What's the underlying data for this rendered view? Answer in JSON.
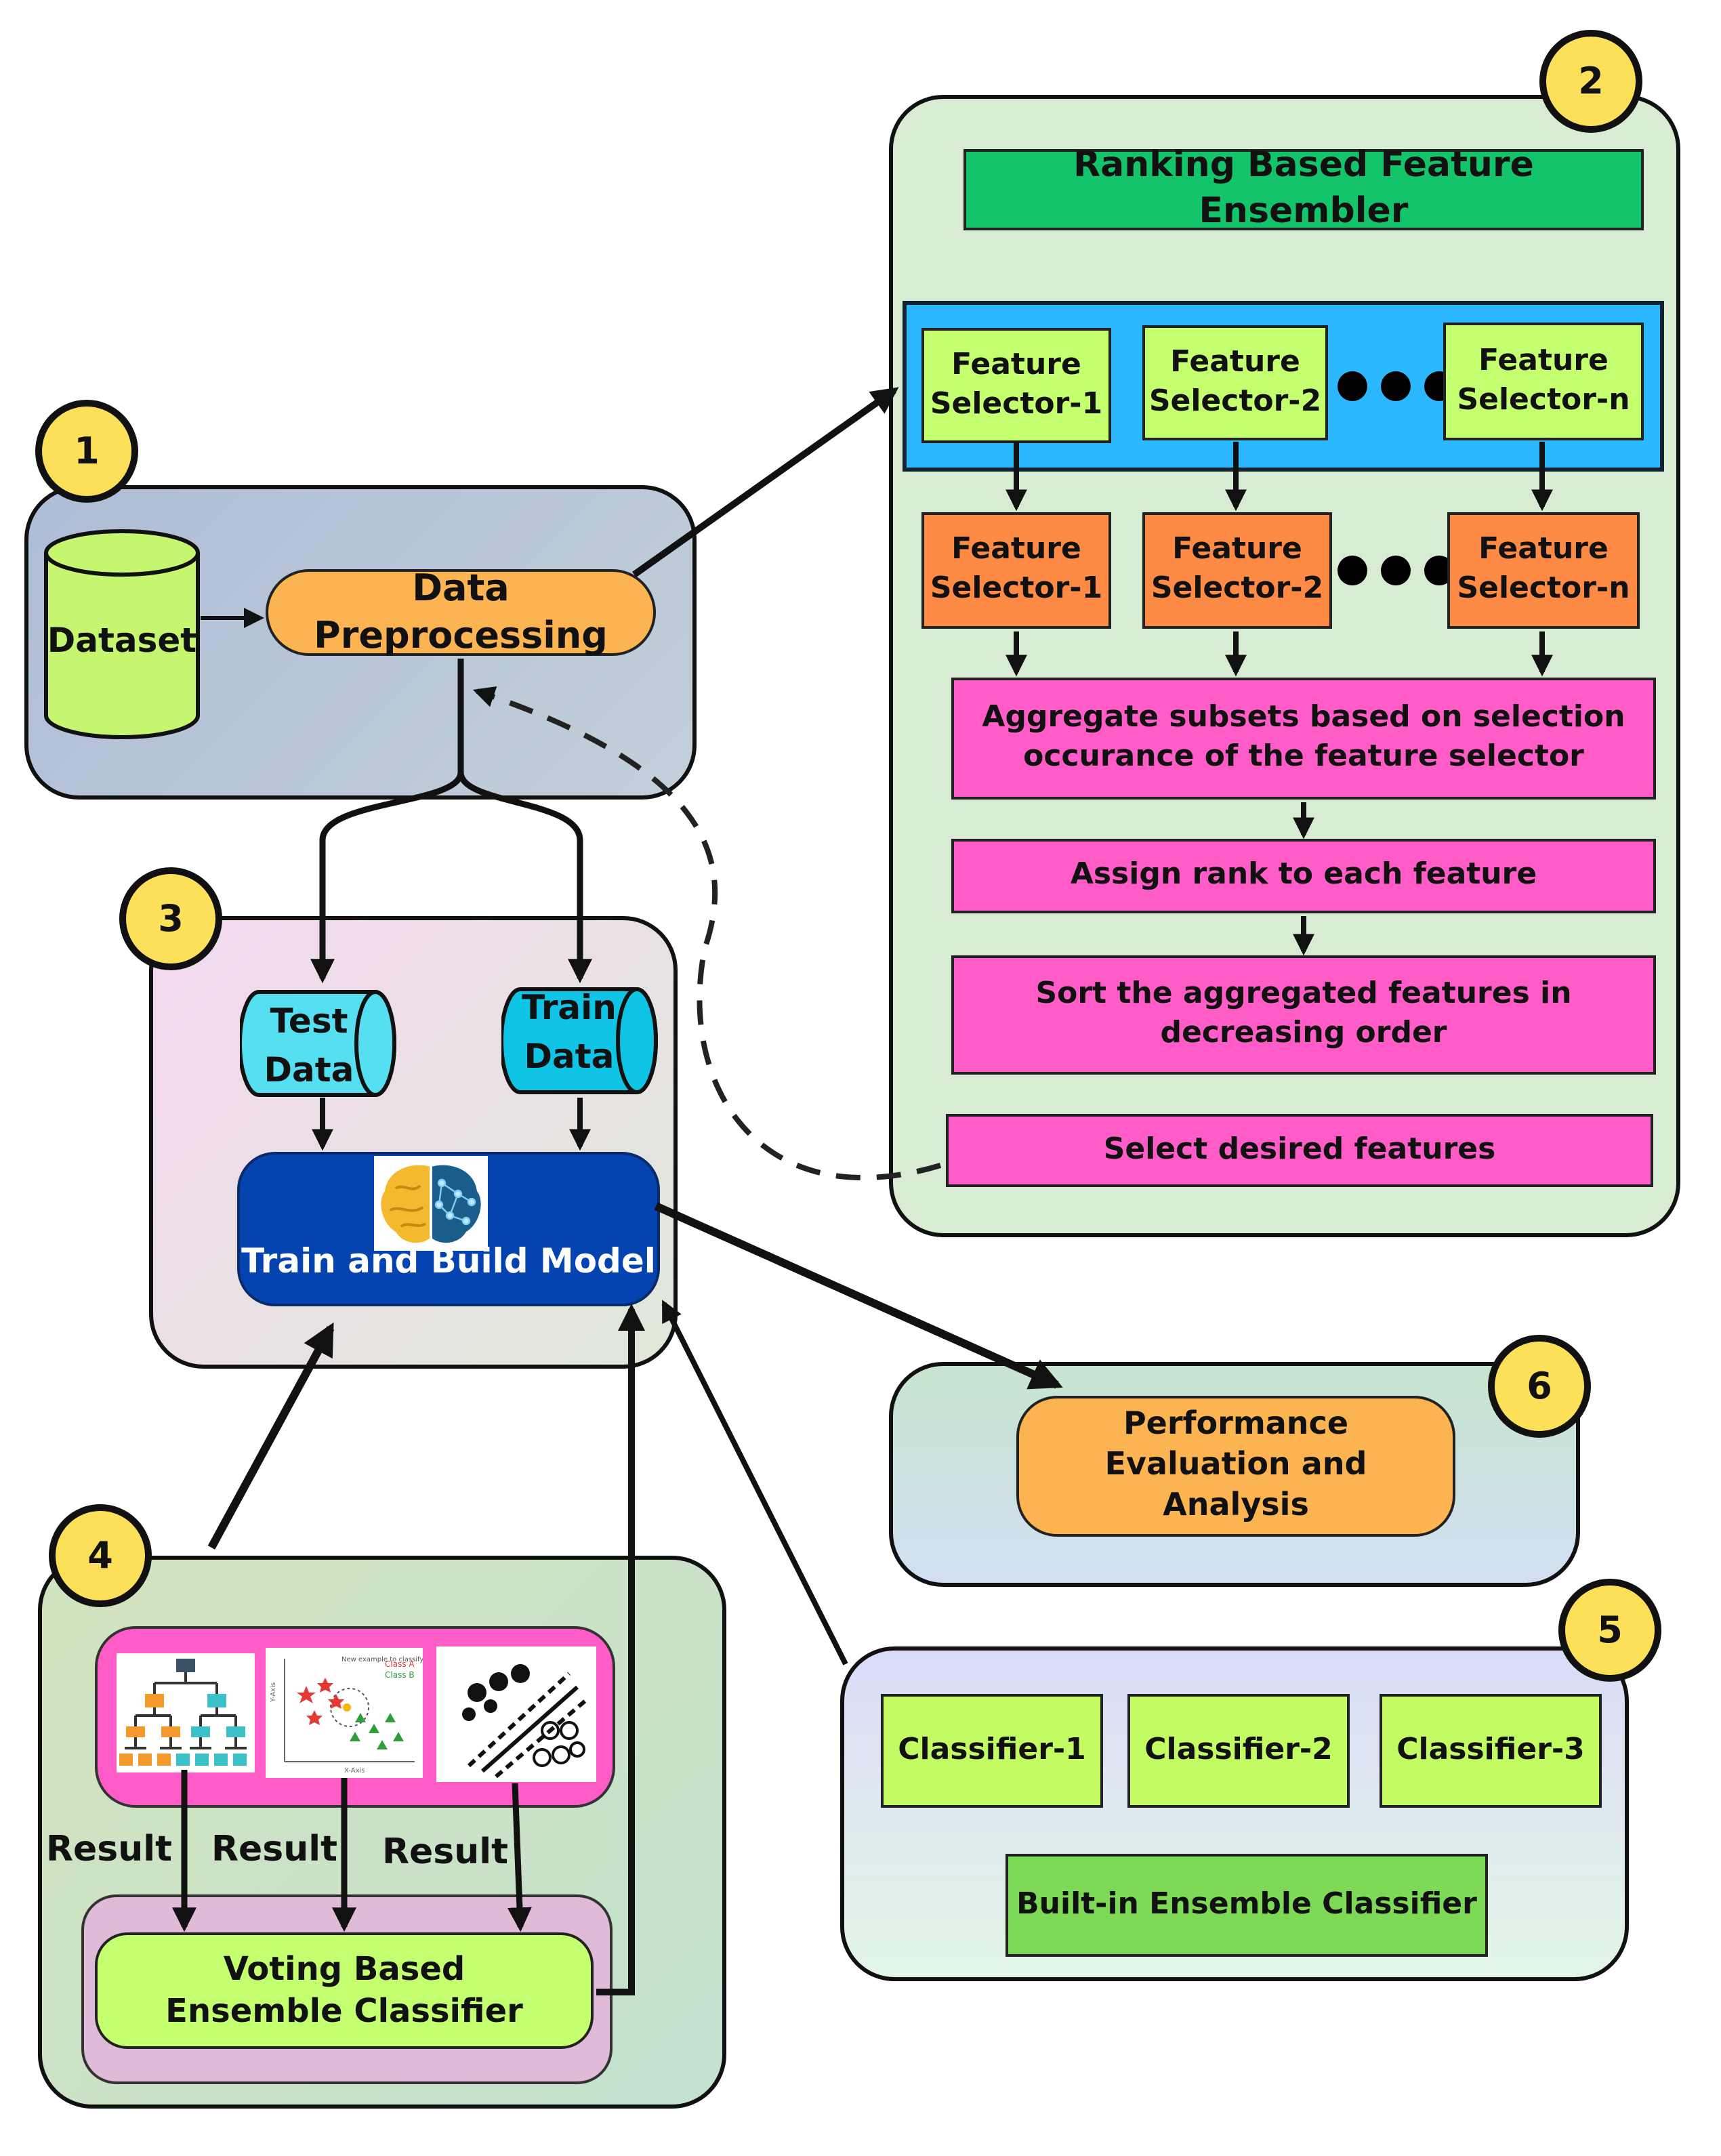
{
  "badges": [
    "1",
    "2",
    "3",
    "4",
    "5",
    "6"
  ],
  "stage1": {
    "dataset": "Dataset",
    "preprocessing": "Data Preprocessing"
  },
  "stage2": {
    "title": "Ranking Based Feature Ensembler",
    "selectors_top": [
      "Feature Selector-1",
      "Feature Selector-2",
      "Feature Selector-n"
    ],
    "selectors_bottom": [
      "Feature Selector-1",
      "Feature Selector-2",
      "Feature Selector-n"
    ],
    "steps": [
      "Aggregate subsets based on selection occurance of the feature selector",
      "Assign rank to each feature",
      "Sort the aggregated features in decreasing order",
      "Select desired features"
    ]
  },
  "stage3": {
    "test_data": "Test Data",
    "train_data": "Train Data",
    "model": "Train and Build Model"
  },
  "stage4": {
    "results": [
      "Result",
      "Result",
      "Result"
    ],
    "voting": "Voting Based Ensemble Classifier",
    "scatter_text": {
      "class_a": "Class A",
      "class_b": "Class B",
      "new_example": "New example to classify",
      "x_axis": "X-Axis",
      "y_axis": "Y-Axis"
    }
  },
  "stage5": {
    "classifiers": [
      "Classifier-1",
      "Classifier-2",
      "Classifier-3"
    ],
    "builtin": "Built-in Ensemble Classifier"
  },
  "stage6": {
    "evaluation": "Performance Evaluation and Analysis"
  },
  "colors": {
    "badge": "#fde05a",
    "stage1_bg": "#b6c3d8",
    "stage2_bg": "#d8ecd4",
    "stage3_bg": "#ece0ef",
    "stage4_bg": "#cfe0c4",
    "stage5_bg": "#dde4f5",
    "stage6_bg": "#c8e0dc",
    "title_green": "#13c46a",
    "selector_band": "#2cb8ff",
    "selector_lime": "#c4ff6f",
    "selector_orange": "#fd8a45",
    "step_pink": "#ff5cc8",
    "model_blue": "#0544b0",
    "data_cyan": "#55dff0",
    "preprocess_orange": "#fbb451",
    "builtin_green": "#7ed957"
  }
}
